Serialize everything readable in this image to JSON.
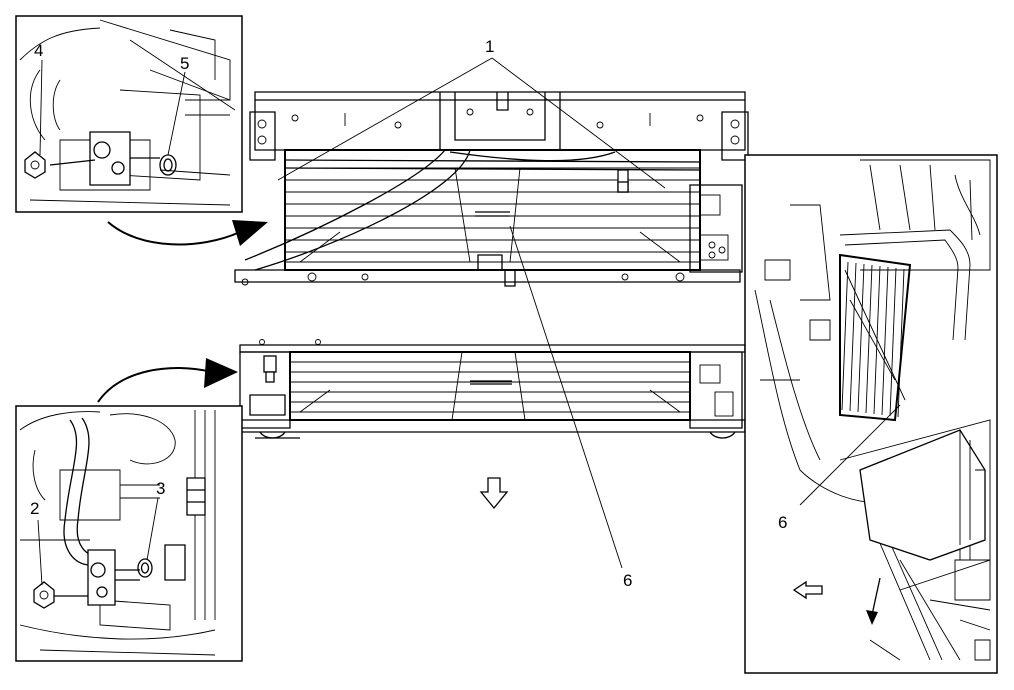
{
  "callouts": {
    "c1": "1",
    "c2": "2",
    "c3": "3",
    "c4": "4",
    "c5": "5",
    "c6_main": "6",
    "c6_inset": "6"
  },
  "icons": [
    "direction-arrow-down",
    "direction-arrow-left",
    "direction-arrow-down-thin",
    "curved-arrow-upper",
    "curved-arrow-lower"
  ]
}
